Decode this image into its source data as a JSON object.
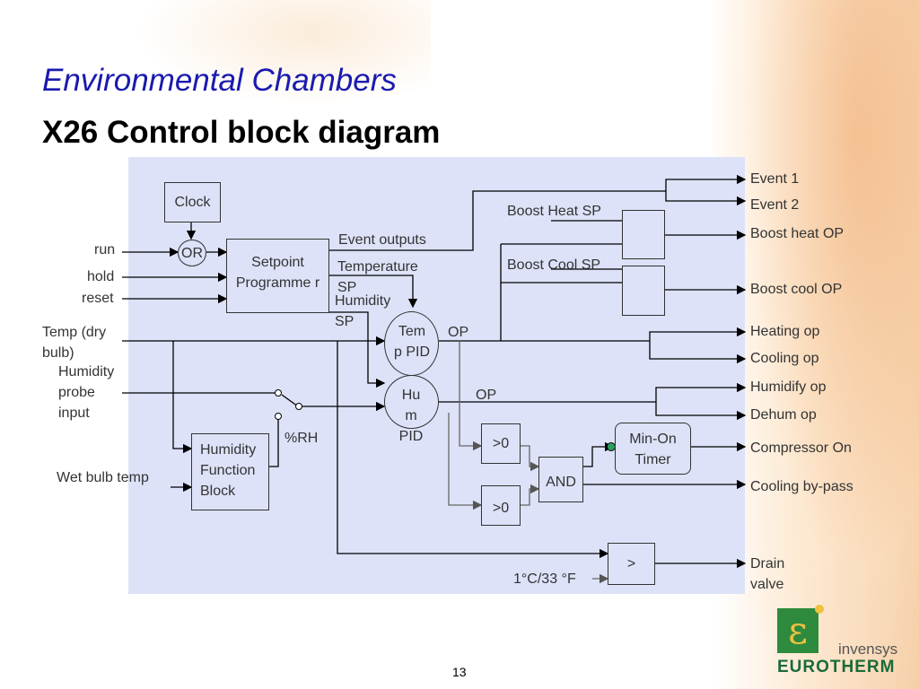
{
  "header": {
    "title": "Environmental Chambers",
    "subtitle": "X26 Control block diagram"
  },
  "blocks": {
    "clock": "Clock",
    "or": "OR",
    "setpoint_programmer": "Setpoint Programme r",
    "temp_pid": "Tem p PID",
    "hum_pid": "Hu m PID",
    "humidity_function_block": "Humidity Function Block",
    "gt0_top": ">0",
    "gt0_bottom": ">0",
    "and": "AND",
    "min_on_timer": "Min-On Timer",
    "compare": ">"
  },
  "inputs": {
    "run": "run",
    "hold": "hold",
    "reset": "reset",
    "temp_dry_bulb": "Temp (dry bulb)",
    "humidity_probe_input": "Humidity probe input",
    "wet_bulb_temp": "Wet bulb temp",
    "rh": "%RH",
    "threshold": "1°C/33 °F"
  },
  "signals": {
    "event_outputs": "Event outputs",
    "temperature_sp": "Temperature SP",
    "humidity_sp": "Humidity SP",
    "boost_heat_sp": "Boost Heat SP",
    "boost_cool_sp": "Boost Cool SP",
    "op_temp": "OP",
    "op_hum": "OP"
  },
  "outputs": {
    "event1": "Event 1",
    "event2": "Event 2",
    "boost_heat_op": "Boost heat OP",
    "boost_cool_op": "Boost cool OP",
    "heating_op": "Heating op",
    "cooling_op": "Cooling op",
    "humidify_op": "Humidify op",
    "dehum_op": "Dehum op",
    "compressor_on": "Compressor On",
    "cooling_bypass": "Cooling by-pass",
    "drain_valve": "Drain valve"
  },
  "footer": {
    "page_number": "13",
    "brand_top": "invensys",
    "brand_bottom": "EUROTHERM"
  },
  "colors": {
    "panel": "#dde2f8",
    "title": "#1a1ab0",
    "timer_dot": "#2aa060",
    "brand_green": "#2e8b3e"
  }
}
